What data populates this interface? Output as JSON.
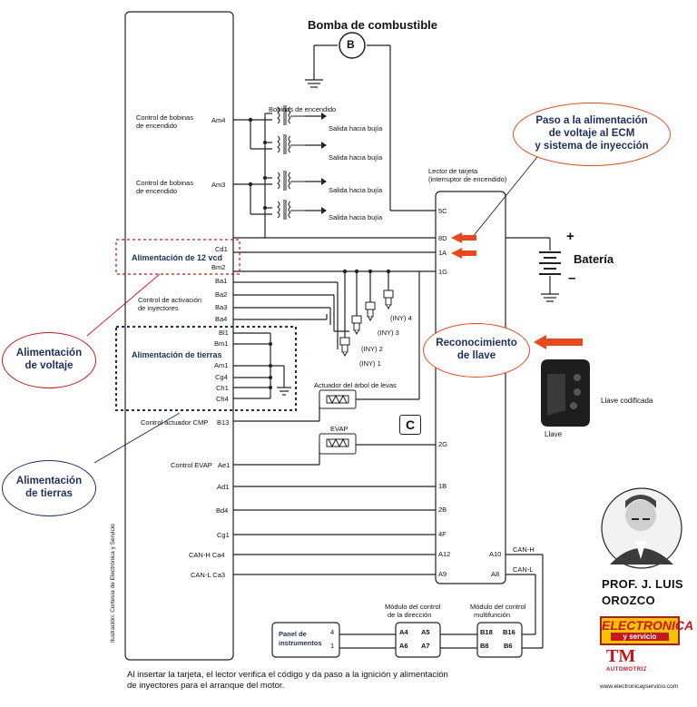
{
  "title_pump": "Bomba de combustible",
  "pump_symbol": "B",
  "coils_title": "Bobinas de encendido",
  "coil_outputs": [
    "Salida hacia bujía",
    "Salida hacia bujía",
    "Salida hacia bujía",
    "Salida hacia bujía"
  ],
  "ecm_labels": {
    "coil_control_1": [
      "Control de bobinas",
      "de encendido"
    ],
    "coil_control_2": [
      "Control de bobinas",
      "de encendido"
    ],
    "injector_control": [
      "Control de activación",
      "de inyectores"
    ],
    "cmp_control": "Control actuador CMP",
    "evap_control": "Control EVAP"
  },
  "ecm_pins": {
    "am4": "Am4",
    "am3": "Am3",
    "cd1": "Cd1",
    "bm2": "Bm2",
    "ba1": "Ba1",
    "ba2": "Ba2",
    "ba3": "Ba3",
    "ba4": "Ba4",
    "bi1": "Bl1",
    "bm1": "Bm1",
    "am1": "Am1",
    "cg4": "Cg4",
    "ch1": "Ch1",
    "ch4": "Ch4",
    "b13": "B13",
    "ae1": "Ae1",
    "ad1": "Ad1",
    "bd4": "Bd4",
    "cg1": "Cg1",
    "can_h": "CAN-H  Ca4",
    "can_l": "CAN-L  Ca3"
  },
  "alim_12": "Alimentación de 12 vcd",
  "alim_tierras": "Alimentación de tierras",
  "injectors": [
    "(INY) 1",
    "(INY) 2",
    "(INY) 3",
    "(INY) 4"
  ],
  "camshaft_actuator": "Actuador del árbol de levas",
  "evap": "EVAP",
  "c_badge": "C",
  "reader_title": [
    "Lector de tarjeta",
    "(interruptor de encendido)"
  ],
  "reader_pins": {
    "p5c": "5C",
    "p8d": "8D",
    "p1a": "1A",
    "p1g": "1G",
    "p2g": "2G",
    "p1b": "1B",
    "p2b": "2B",
    "p4f": "4F",
    "pa12": "A12",
    "pa9": "A9",
    "pa10": "A10",
    "pa8": "A8"
  },
  "can_labels": {
    "h": "CAN-H",
    "l": "CAN-L"
  },
  "battery": "Batería",
  "battery_plus": "+",
  "battery_minus": "–",
  "callouts": {
    "paso": [
      "Paso a la alimentación",
      "de voltaje al ECM",
      "y sistema de inyección"
    ],
    "reconocimiento": [
      "Reconocimiento",
      "de llave"
    ],
    "alim_voltaje": [
      "Alimentación",
      "de voltaje"
    ],
    "alim_tierras": [
      "Alimentación",
      "de tierras"
    ]
  },
  "key_coded": "Llave codificada",
  "key": "Llave",
  "modules": {
    "panel": [
      "Panel de",
      "instrumentos"
    ],
    "panel_pins": [
      "4",
      "1"
    ],
    "direccion": [
      "Módulo del control",
      "de la dirección"
    ],
    "direccion_pins": [
      "A4",
      "A5",
      "A6",
      "A7"
    ],
    "multi": [
      "Módulo del control",
      "multifunción"
    ],
    "multi_pins": [
      "B18",
      "B16",
      "B8",
      "B6"
    ]
  },
  "vertical_credit": "Ilustración: Cortesía de Electrónica y Servicio",
  "caption": [
    "Al insertar la tarjeta, el lector verifica el código y da paso a  la ignición y alimentación",
    "de inyectores para el arranque del motor."
  ],
  "author": [
    "PROF. J. LUIS",
    "OROZCO"
  ],
  "brand1": [
    "ELECTRONICA",
    "y servicio"
  ],
  "brand2": [
    "TM",
    "AUTOMOTRIZ"
  ],
  "website": "www.electronicayservicio.com",
  "colors": {
    "navy": "#1d2f5c",
    "red": "#c8161d",
    "orange": "#e8481c",
    "accent_yellow": "#f4c400"
  }
}
